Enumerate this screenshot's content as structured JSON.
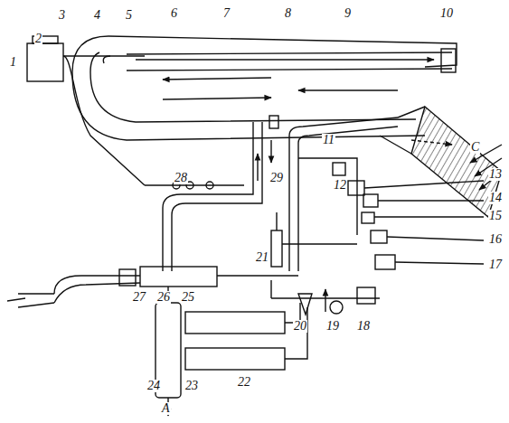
{
  "diagram": {
    "labels": [
      "1",
      "2",
      "3",
      "4",
      "5",
      "6",
      "7",
      "8",
      "9",
      "10",
      "11",
      "12",
      "13",
      "14",
      "15",
      "16",
      "17",
      "18",
      "19",
      "20",
      "21",
      "22",
      "23",
      "24",
      "25",
      "26",
      "27",
      "28",
      "29",
      "A",
      "C"
    ]
  }
}
